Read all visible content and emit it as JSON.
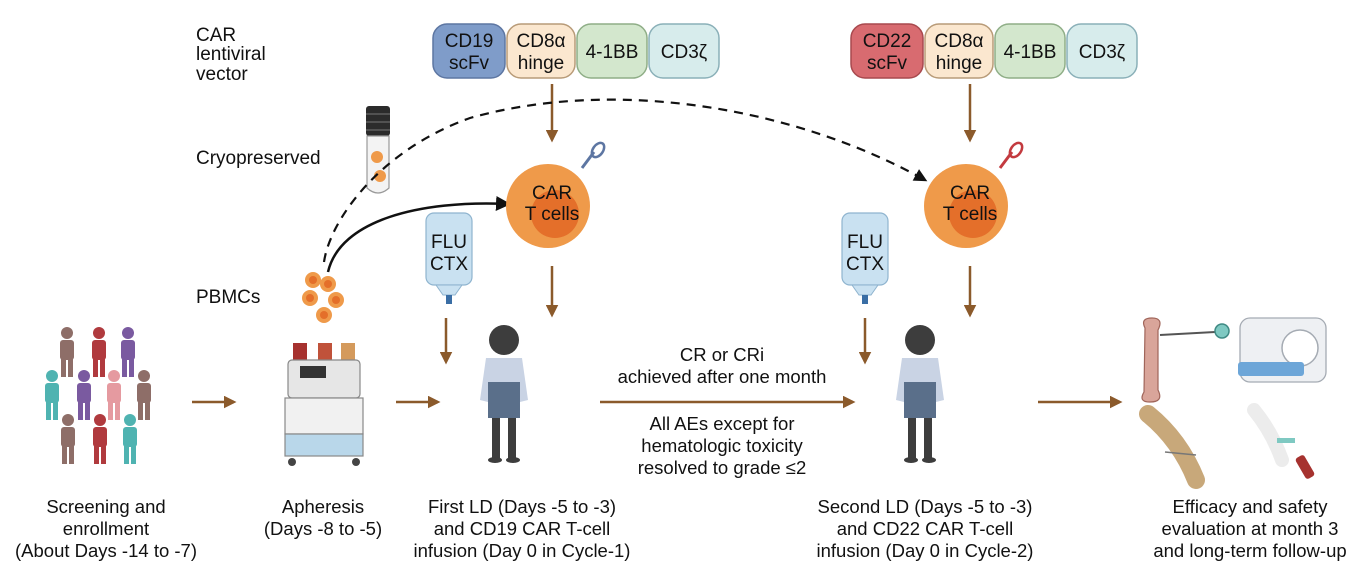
{
  "vector_label": [
    "CAR",
    "lentiviral",
    "vector"
  ],
  "constructs": [
    {
      "segments": [
        [
          "CD19",
          "scFv"
        ],
        [
          "CD8α",
          "hinge"
        ],
        [
          "4-1BB"
        ],
        [
          "CD3ζ"
        ]
      ],
      "colors": [
        "#7f9cc9",
        "#fbe7cf",
        "#d3e7cd",
        "#d7ecec"
      ]
    },
    {
      "segments": [
        [
          "CD22",
          "scFv"
        ],
        [
          "CD8α",
          "hinge"
        ],
        [
          "4-1BB"
        ],
        [
          "CD3ζ"
        ]
      ],
      "colors": [
        "#d86b70",
        "#fbe7cf",
        "#d3e7cd",
        "#d7ecec"
      ]
    }
  ],
  "cryo_label": "Cryopreserved",
  "pbmc_label": "PBMCs",
  "car_cells_label": [
    "CAR",
    "T cells"
  ],
  "iv_bag_label": [
    "FLU",
    "CTX"
  ],
  "middle_text": {
    "top": [
      "CR or CRi",
      "achieved after one month"
    ],
    "bottom": [
      "All AEs except for",
      "hematologic toxicity",
      "resolved to grade ≤2"
    ]
  },
  "steps": [
    {
      "lines": [
        "Screening and",
        "enrollment",
        "(About Days -14 to -7)"
      ]
    },
    {
      "lines": [
        "Apheresis",
        "(Days -8 to -5)"
      ]
    },
    {
      "lines": [
        "First LD (Days -5 to -3)",
        "and CD19 CAR T-cell",
        "infusion (Day 0 in Cycle-1)"
      ]
    },
    {
      "lines": [
        "Second LD (Days -5 to -3)",
        "and CD22 CAR T-cell",
        "infusion (Day 0 in Cycle-2)"
      ]
    },
    {
      "lines": [
        "Efficacy and safety",
        "evaluation at month 3",
        "and long-term follow-up"
      ]
    }
  ],
  "colors": {
    "arrow": "#8b5a2b",
    "cell_outer": "#ef9a4a",
    "cell_inner": "#e46f2a",
    "iv_bag": "#c9e1f1"
  }
}
